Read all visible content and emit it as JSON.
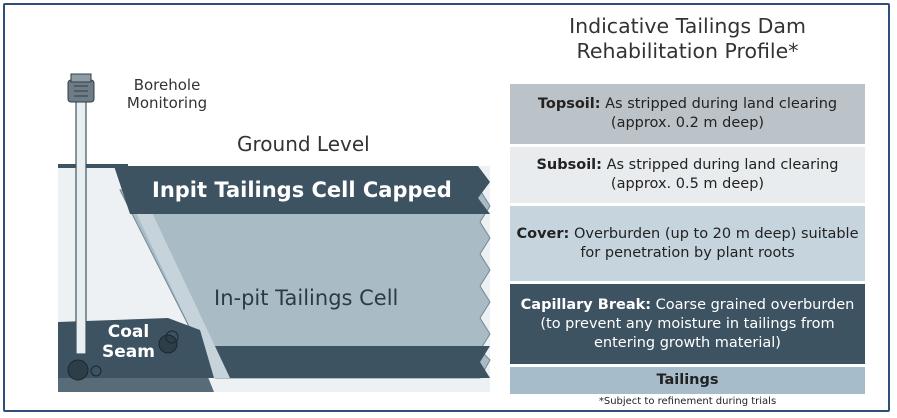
{
  "diagram": {
    "borehole_label_line1": "Borehole",
    "borehole_label_line2": "Monitoring",
    "ground_level": "Ground Level",
    "capped_cell": "Inpit Tailings Cell Capped",
    "inpit_cell": "In-pit Tailings Cell",
    "coal_line1": "Coal",
    "coal_line2": "Seam"
  },
  "profile": {
    "title_line1": "Indicative Tailings Dam",
    "title_line2": "Rehabilitation Profile*",
    "layers": [
      {
        "name": "Topsoil:",
        "desc": "As stripped during land clearing (approx. 0.2 m deep)",
        "bg": "#bcc3c8",
        "fg": "#222222"
      },
      {
        "name": "Subsoil:",
        "desc": "As stripped during land clearing (approx. 0.5 m deep)",
        "bg": "#e8ecee",
        "fg": "#222222"
      },
      {
        "name": "Cover:",
        "desc": "Overburden (up to 20 m deep) suitable for penetration by plant roots",
        "bg": "#c6d4de",
        "fg": "#222222"
      },
      {
        "name": "Capillary Break:",
        "desc": "Coarse grained overburden (to prevent any moisture in tailings from entering growth material)",
        "bg": "#3d5361",
        "fg": "#ffffff"
      },
      {
        "name": "Tailings",
        "desc": "",
        "bg": "#a7bccb",
        "fg": "#222222"
      }
    ],
    "footnote": "*Subject to refinement during trials"
  }
}
